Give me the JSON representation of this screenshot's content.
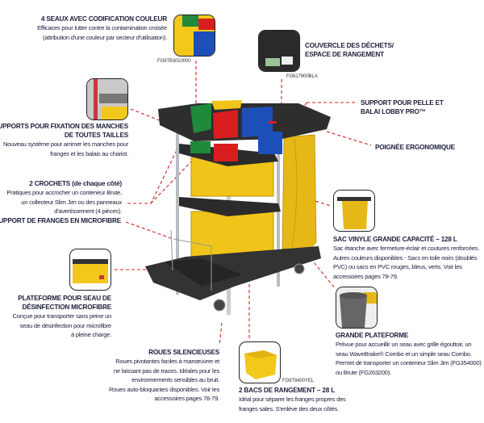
{
  "features": {
    "buckets": {
      "title": "4 SEAUX AVEC CODIFICATION COULEUR",
      "lines": [
        "Efficaces pour lutter contre la contamination croisée",
        "(attribution d'une couleur par secteur d'utilisation)."
      ],
      "code": "FG9TB3010000"
    },
    "handles": {
      "title_lines": [
        "SUPPORTS POUR FIXATION DES MANCHES",
        "DE TOUTES TAILLES"
      ],
      "lines": [
        "Nouveau système pour arrimer les manches pour",
        "franges et les balais au chariot."
      ]
    },
    "lid": {
      "title_lines": [
        "COUVERCLE DES DÉCHETS/",
        "ESPACE DE RANGEMENT"
      ],
      "code": "FG617900BLA"
    },
    "dustpan": {
      "title_lines": [
        "SUPPORT POUR PELLE ET",
        "BALAI LOBBY PRO™"
      ]
    },
    "handle_grip": {
      "title": "POIGNÉE ERGONOMIQUE"
    },
    "hooks": {
      "title": "2 CROCHETS (de chaque côté)",
      "lines": [
        "Pratiques pour accrocher un conteneur Brute,",
        "un collecteur Slim Jim ou des panneaux",
        "d'avertissement (4 pièces)."
      ]
    },
    "microfiber_holder": {
      "title": "SUPPORT DE FRANGES EN MICROFIBRE"
    },
    "disinfect_platform": {
      "title_lines": [
        "PLATEFORME POUR SEAU DE",
        "DÉSINFECTION MICROFIBRE"
      ],
      "lines": [
        "Conçue pour transporter sans peine un",
        "seau de désinfection pour microfibre",
        "à pleine charge."
      ]
    },
    "vinyl_bag": {
      "title": "SAC VINYLE GRANDE CAPACITÉ – 128 L",
      "lines": [
        "Sac étanche avec fermeture-éclair et coutures renforcées.",
        "Autres couleurs disponibles - Sacs en toile noirs (doublés",
        "PVC) ou sacs en PVC rouges, bleus, verts. Voir les",
        "accessoires pages 78-79."
      ]
    },
    "large_platform": {
      "title": "GRANDE PLATEFORME",
      "lines": [
        "Prévue pour accueillir un seau avec grille égouttoir, un",
        "seau WaveBrake® Combo et un simple seau Combo.",
        "Permet de transporter un conteneur Slim Jim (FG354000)",
        "ou Brute (FG263200)."
      ]
    },
    "wheels": {
      "title": "ROUES SILENCIEUSES",
      "lines": [
        "Roues pivotantes faciles à manœuvrer et",
        "ne laissant pas de traces. Idéales pour les",
        "environnements sensibles au bruit.",
        "Roues auto-bloquantes disponibles. Voir les",
        "accessoires pages 78-79."
      ]
    },
    "bins": {
      "title": "2 BACS DE RANGEMENT – 28 L",
      "lines": [
        "Idéal pour séparer les franges propres des",
        "franges sales. S'enlève des deux côtés."
      ],
      "code": "FG9T8400YEL"
    }
  },
  "colors": {
    "text": "#1c1f3a",
    "leader": "#d42020",
    "cart": "#2b2b2b",
    "yellow": "#f2c81a",
    "green": "#1f8a3a",
    "red": "#d81e1e",
    "blue": "#1d4fb8"
  }
}
